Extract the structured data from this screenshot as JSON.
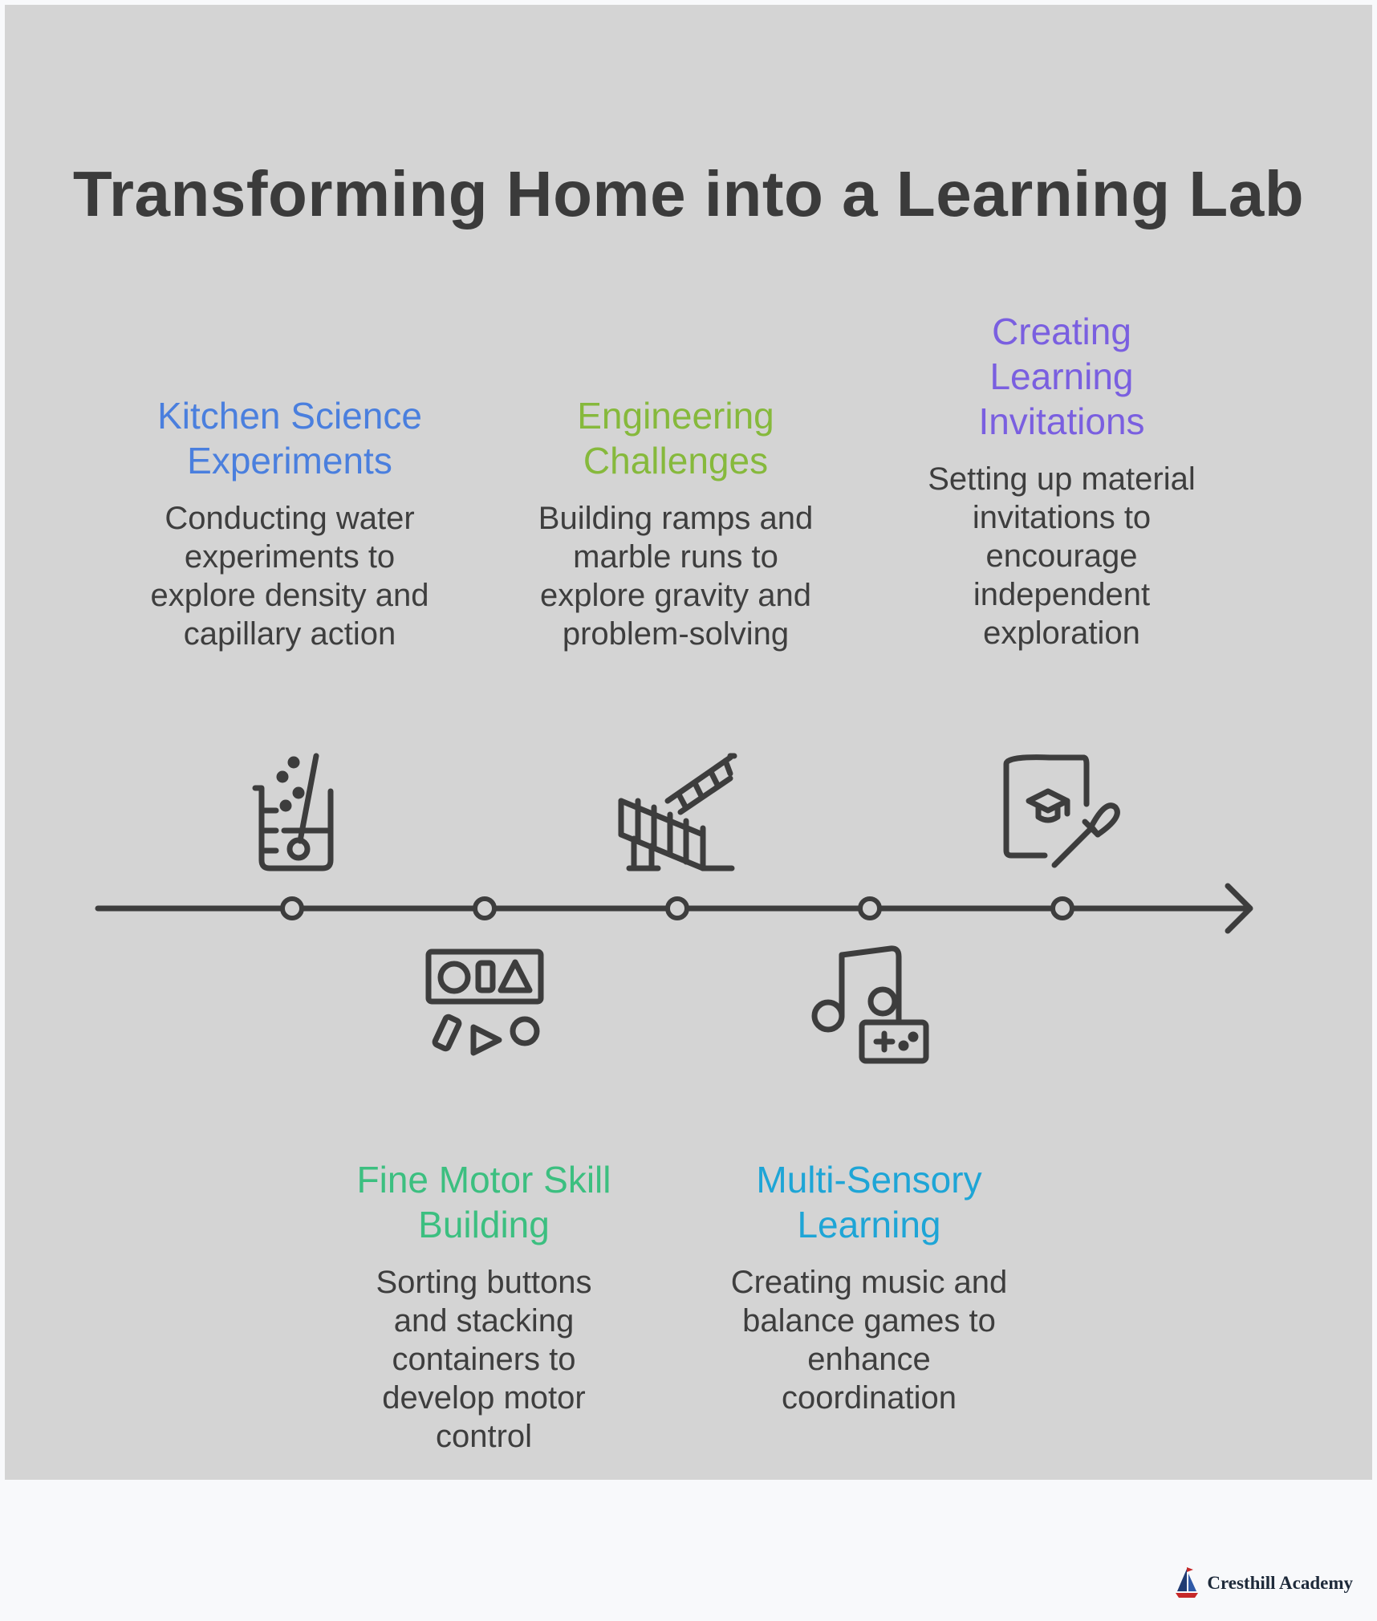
{
  "title": "Transforming Home into a Learning Lab",
  "steps": [
    {
      "title": "Kitchen Science Experiments",
      "description": "Conducting water experiments to explore density and capillary action",
      "color": "#4a7fde",
      "icon": "beaker-icon"
    },
    {
      "title": "Fine Motor Skill Building",
      "description": "Sorting buttons and stacking containers to develop motor control",
      "color": "#3cbf80",
      "icon": "shapes-sorting-icon"
    },
    {
      "title": "Engineering Challenges",
      "description": "Building ramps and marble runs to explore gravity and problem-solving",
      "color": "#86b93c",
      "icon": "stairs-ramp-icon"
    },
    {
      "title": "Multi-Sensory Learning",
      "description": "Creating music and balance games to enhance coordination",
      "color": "#1ea5d6",
      "icon": "music-gamepad-icon"
    },
    {
      "title": "Creating Learning Invitations",
      "description": "Setting up material invitations to encourage independent exploration",
      "color": "#7a5fe0",
      "icon": "book-brush-icon"
    }
  ],
  "footer": {
    "brand": "Cresthill Academy",
    "logo": "sailboat-logo-icon"
  }
}
